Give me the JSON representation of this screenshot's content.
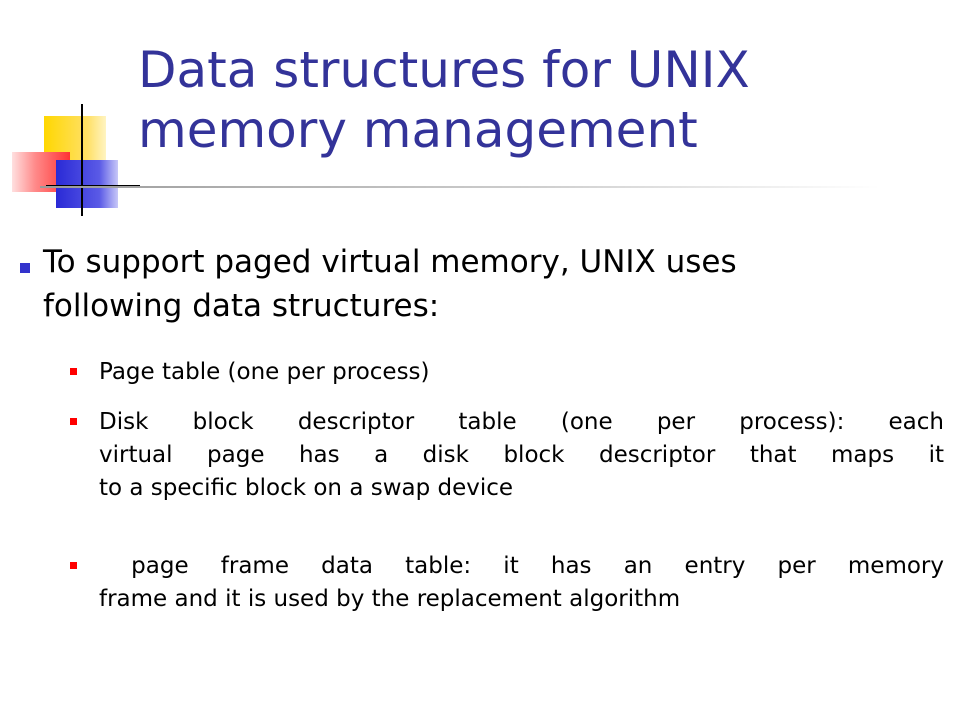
{
  "slide": {
    "title_lines": [
      "Data structures for UNIX",
      "memory management"
    ],
    "bullets": [
      {
        "level": 1,
        "lines": [
          "To support paged virtual memory, UNIX uses",
          "following data structures:"
        ]
      },
      {
        "level": 2,
        "lines": [
          "Page table (one per process)"
        ]
      },
      {
        "level": 2,
        "lines": [
          "Disk block descriptor table (one per process): each",
          "virtual page has a disk block descriptor that maps it",
          "to a specific block on a swap device"
        ]
      },
      {
        "level": 2,
        "lines": [
          " page frame data table: it has an entry per memory",
          "frame and it is used by the replacement algorithm"
        ]
      }
    ]
  },
  "colors": {
    "title": "#333399",
    "level1_bullet": "#3333cc",
    "level2_bullet": "#ff0000",
    "deco_yellow": "#ffcc00",
    "deco_blue": "#3333cc",
    "deco_red": "#ff3333"
  }
}
